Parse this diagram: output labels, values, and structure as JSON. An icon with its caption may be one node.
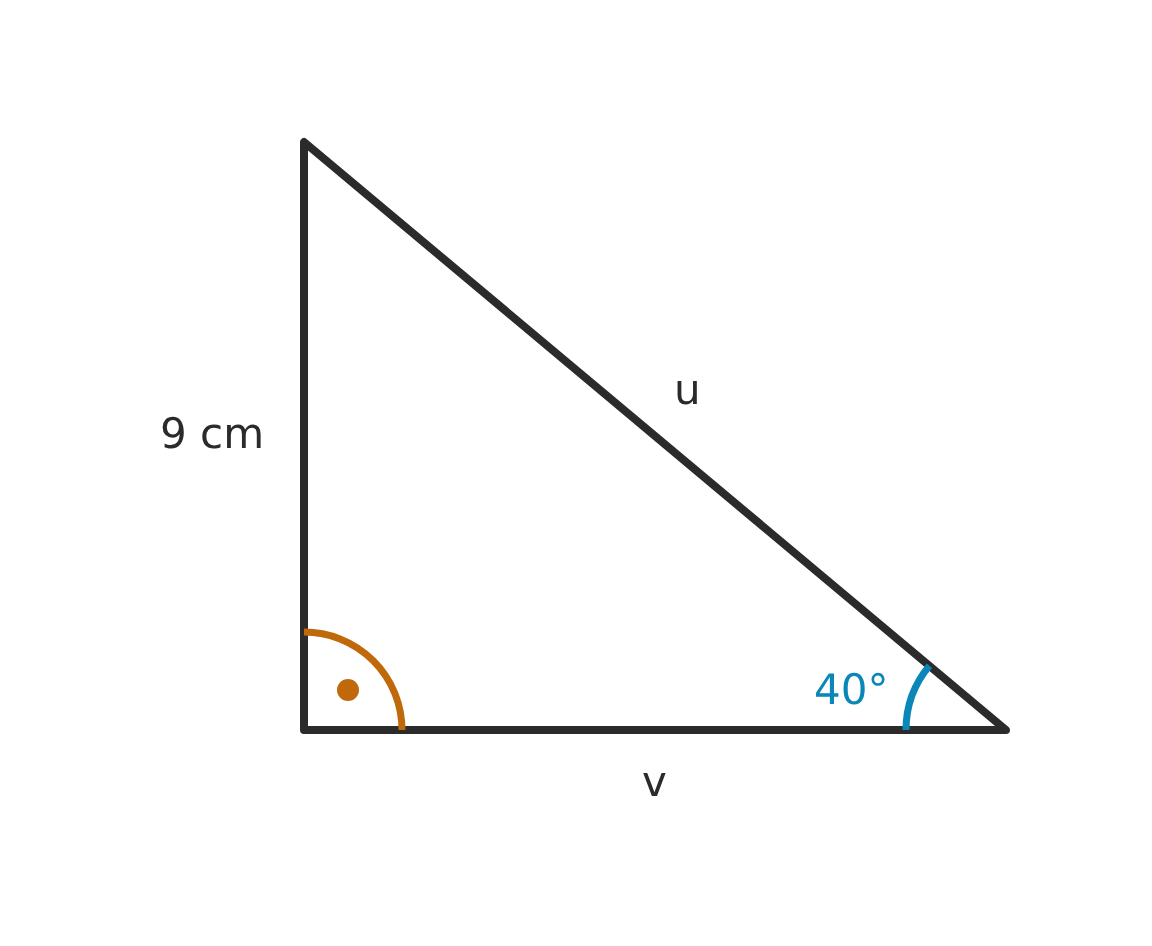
{
  "diagram": {
    "labels": [
      "u",
      "9 cm",
      "40°",
      "v"
    ]
  }
}
